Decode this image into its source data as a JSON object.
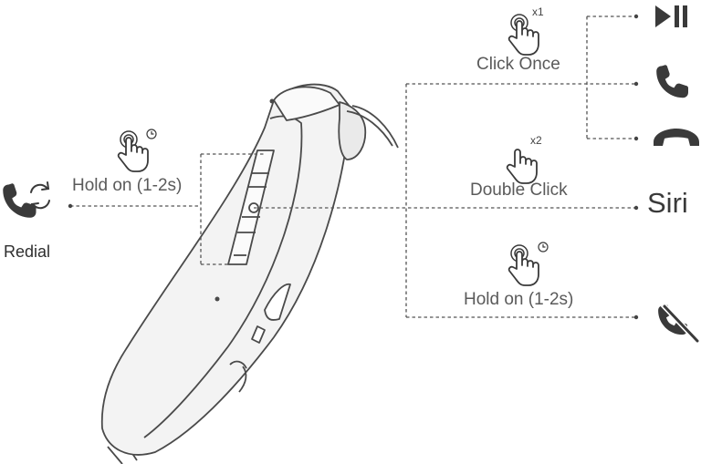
{
  "labels": {
    "hold_left": "Hold on (1-2s)",
    "redial": "Redial",
    "click_once": "Click Once",
    "double_click": "Double Click",
    "hold_right": "Hold on (1-2s)",
    "siri": "Siri",
    "x1": "x1",
    "x2": "x2"
  },
  "icons": {
    "tap_once": "tap-hand-icon",
    "tap_double": "tap-hand-icon",
    "tap_hold_left": "tap-hold-hand-icon",
    "tap_hold_right": "tap-hold-hand-icon",
    "play_pause": "play-pause-icon",
    "answer_call": "phone-answer-icon",
    "end_call": "phone-hangup-icon",
    "reject_call": "phone-reject-icon",
    "redial_phone": "phone-icon",
    "redial_refresh": "refresh-icon"
  },
  "colors": {
    "line": "#555555",
    "icon": "#3a3a3a",
    "device_fill": "#f3f3f3",
    "device_stroke": "#4a4a4a"
  }
}
